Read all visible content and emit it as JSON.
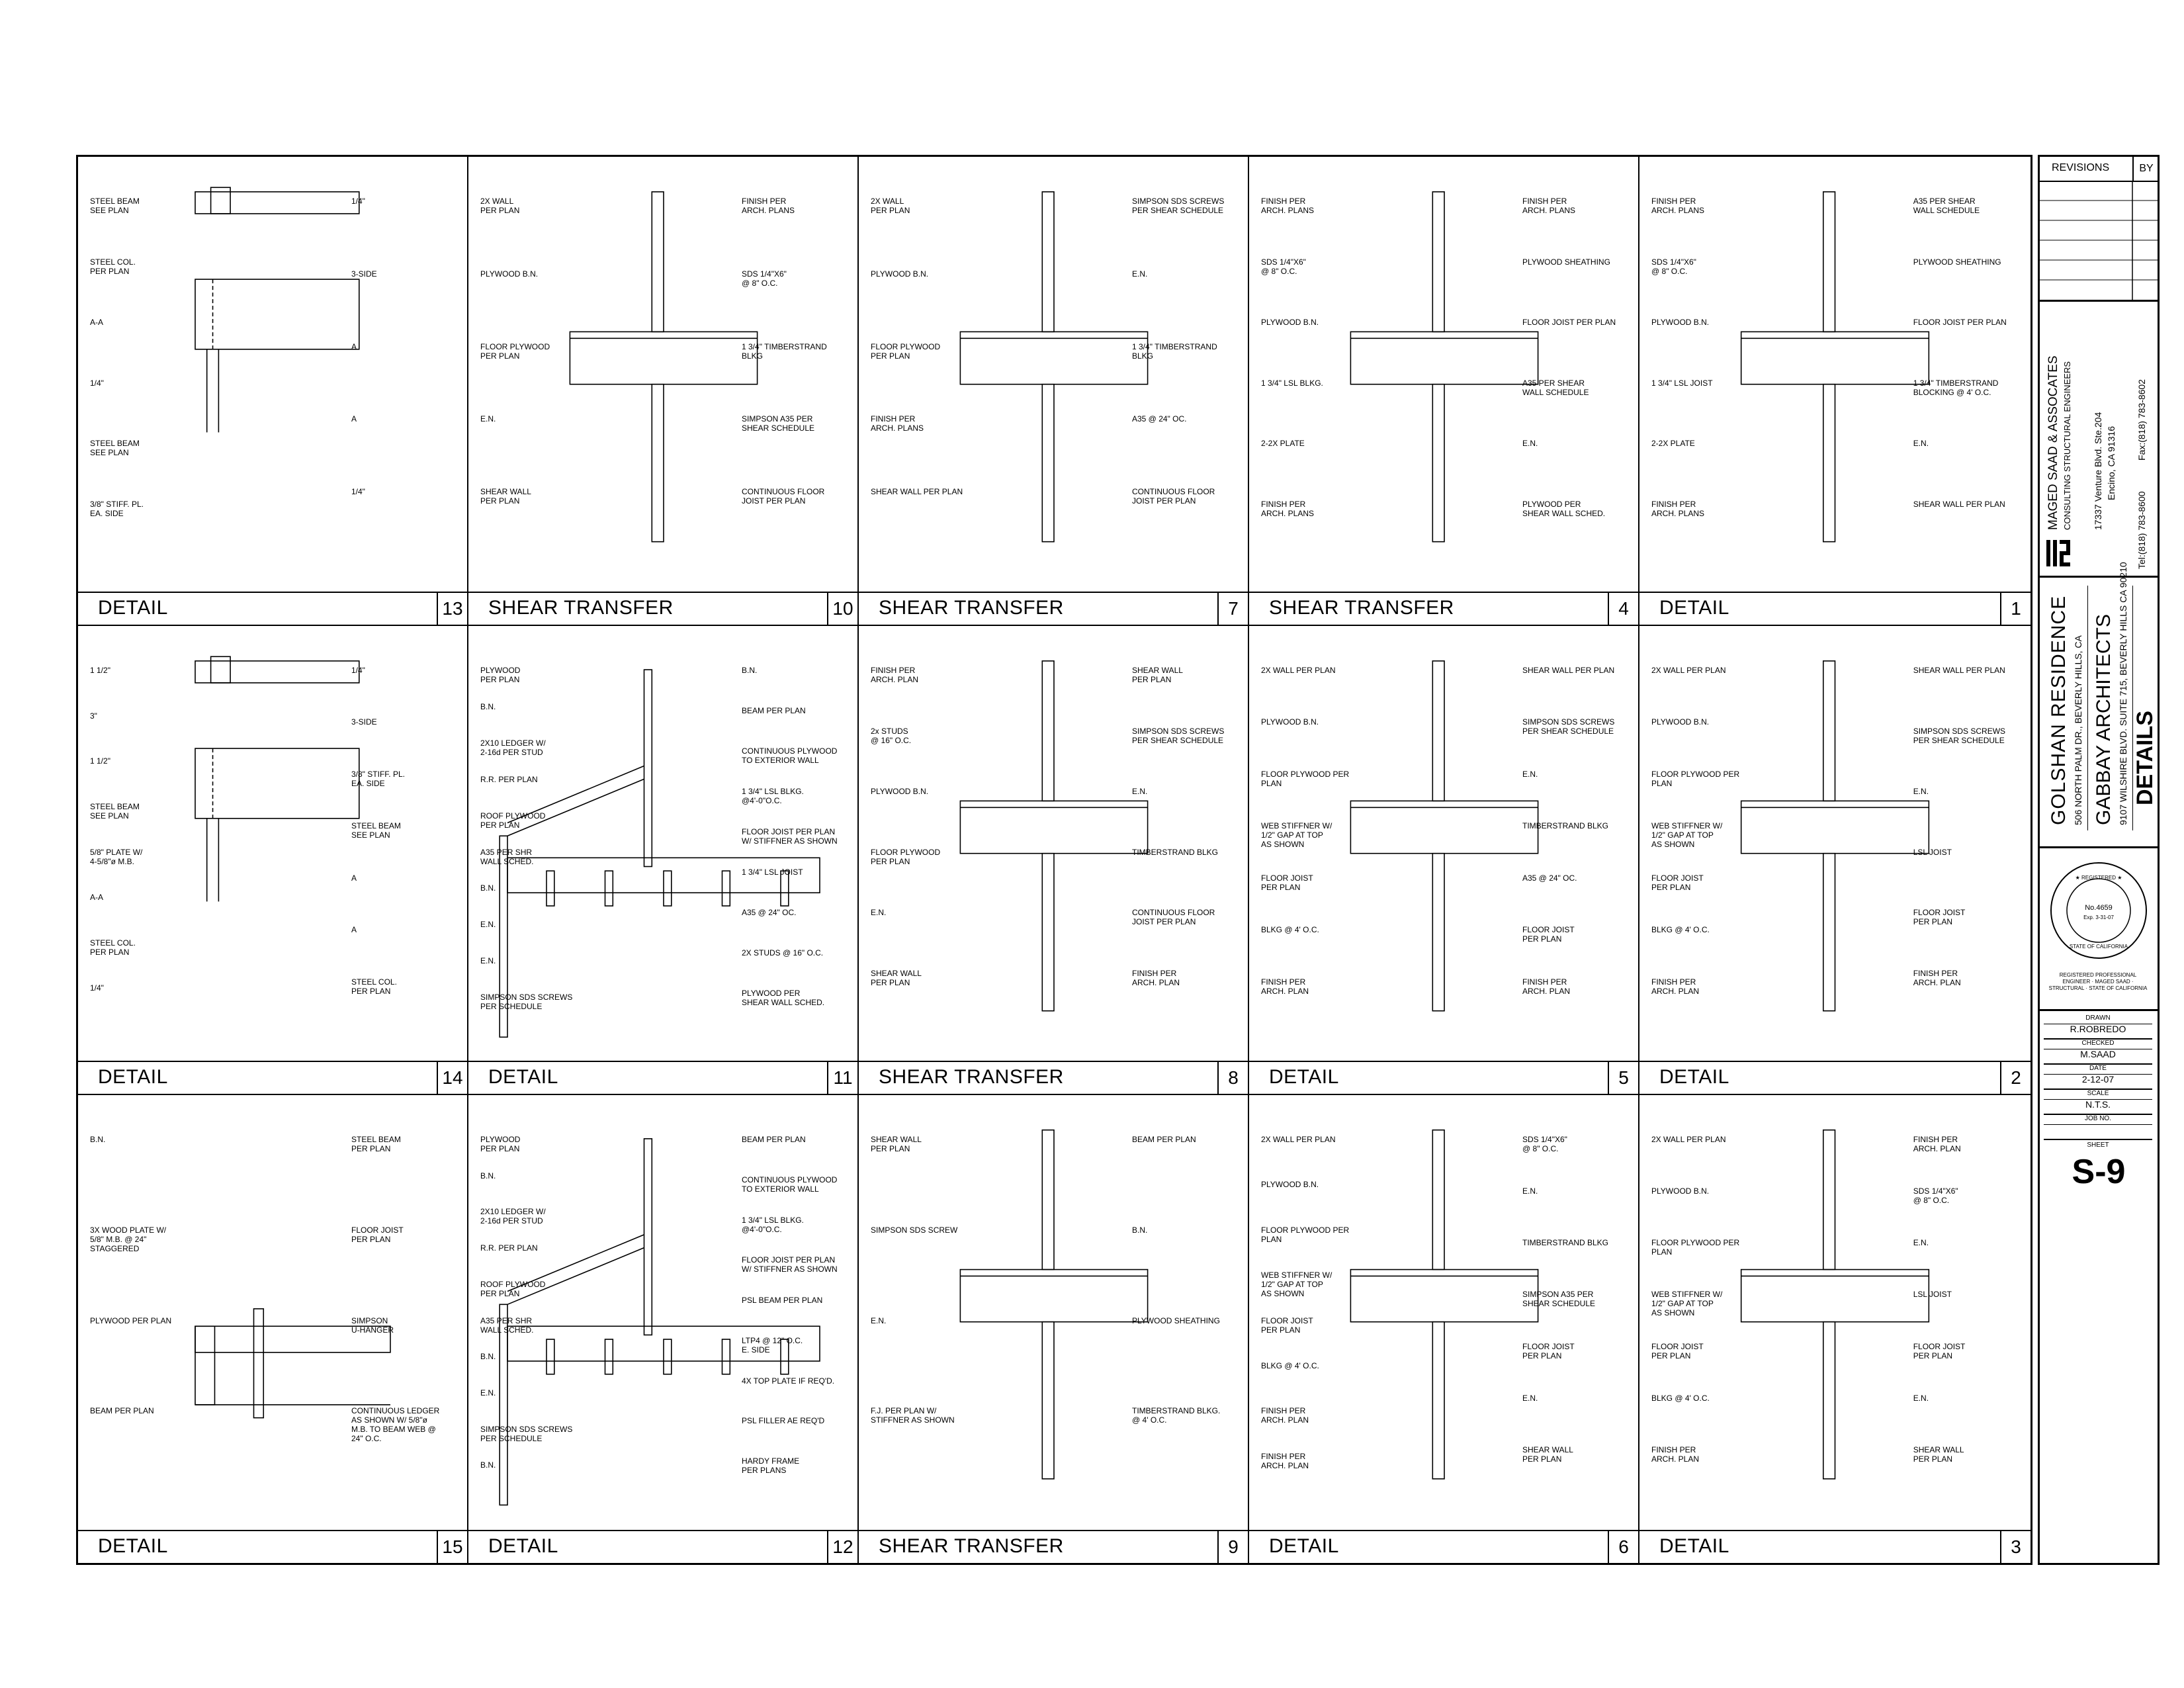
{
  "details": [
    {
      "id": "d13",
      "title": "DETAIL",
      "num": "13",
      "labels": [
        "STEEL BEAM\nSEE PLAN",
        "STEEL COL.\nPER PLAN",
        "A-A",
        "1/4\"",
        "STEEL BEAM\nSEE PLAN",
        "3/8\" STIFF. PL.\nEA. SIDE",
        "1/4\"",
        "3-SIDE",
        "A",
        "A",
        "1/4\""
      ]
    },
    {
      "id": "d10",
      "title": "SHEAR TRANSFER",
      "num": "10",
      "labels": [
        "2X WALL\nPER PLAN",
        "PLYWOOD B.N.",
        "FLOOR PLYWOOD\nPER PLAN",
        "E.N.",
        "SHEAR WALL\nPER PLAN",
        "FINISH PER\nARCH. PLANS",
        "SDS 1/4\"X6\"\n@ 8\" O.C.",
        "1 3/4\" TIMBERSTRAND\nBLKG",
        "SIMPSON A35 PER\nSHEAR SCHEDULE",
        "CONTINUOUS FLOOR\nJOIST PER PLAN"
      ]
    },
    {
      "id": "d7",
      "title": "SHEAR TRANSFER",
      "num": "7",
      "labels": [
        "2X WALL\nPER PLAN",
        "PLYWOOD B.N.",
        "FLOOR PLYWOOD\nPER PLAN",
        "FINISH PER\nARCH. PLANS",
        "SHEAR WALL PER PLAN",
        "SIMPSON SDS SCREWS\nPER SHEAR SCHEDULE",
        "E.N.",
        "1 3/4\" TIMBERSTRAND\nBLKG",
        "A35 @ 24\" OC.",
        "CONTINUOUS FLOOR\nJOIST PER PLAN"
      ]
    },
    {
      "id": "d4",
      "title": "SHEAR TRANSFER",
      "num": "4",
      "labels": [
        "FINISH PER\nARCH. PLANS",
        "SDS 1/4\"X6\"\n@ 8\" O.C.",
        "PLYWOOD B.N.",
        "1 3/4\" LSL BLKG.",
        "2-2X PLATE",
        "FINISH PER\nARCH. PLANS",
        "FINISH PER\nARCH. PLANS",
        "PLYWOOD SHEATHING",
        "FLOOR JOIST PER PLAN",
        "A35 PER SHEAR\nWALL SCHEDULE",
        "E.N.",
        "PLYWOOD PER\nSHEAR WALL SCHED."
      ]
    },
    {
      "id": "d1",
      "title": "DETAIL",
      "num": "1",
      "labels": [
        "FINISH PER\nARCH. PLANS",
        "SDS 1/4\"X6\"\n@ 8\" O.C.",
        "PLYWOOD B.N.",
        "1 3/4\" LSL JOIST",
        "2-2X PLATE",
        "FINISH PER\nARCH. PLANS",
        "A35 PER SHEAR\nWALL SCHEDULE",
        "PLYWOOD SHEATHING",
        "FLOOR JOIST PER PLAN",
        "1 3/4\" TIMBERSTRAND\nBLOCKING @ 4' O.C.",
        "E.N.",
        "SHEAR WALL PER PLAN"
      ]
    },
    {
      "id": "d14",
      "title": "DETAIL",
      "num": "14",
      "labels": [
        "1 1/2\"",
        "3\"",
        "1 1/2\"",
        "STEEL BEAM\nSEE PLAN",
        "5/8\" PLATE W/\n4-5/8\"ø M.B.",
        "A-A",
        "STEEL COL.\nPER PLAN",
        "1/4\"",
        "1/4\"",
        "3-SIDE",
        "3/8\" STIFF. PL.\nEA. SIDE",
        "STEEL BEAM\nSEE PLAN",
        "A",
        "A",
        "STEEL COL.\nPER PLAN"
      ]
    },
    {
      "id": "d11",
      "title": "DETAIL",
      "num": "11",
      "labels": [
        "PLYWOOD\nPER PLAN",
        "B.N.",
        "2X10 LEDGER W/\n2-16d PER STUD",
        "R.R. PER PLAN",
        "ROOF PLYWOOD\nPER PLAN",
        "A35 PER SHR\nWALL SCHED.",
        "B.N.",
        "E.N.",
        "E.N.",
        "SIMPSON SDS SCREWS\nPER SCHEDULE",
        "B.N.",
        "BEAM PER PLAN",
        "CONTINUOUS PLYWOOD\nTO EXTERIOR WALL",
        "1 3/4\" LSL BLKG.\n@4'-0\"O.C.",
        "FLOOR JOIST PER PLAN\nW/ STIFFNER AS SHOWN",
        "1 3/4\" LSL JOIST",
        "A35 @ 24\" OC.",
        "2X STUDS @ 16\" O.C.",
        "PLYWOOD PER\nSHEAR WALL SCHED."
      ]
    },
    {
      "id": "d8",
      "title": "SHEAR TRANSFER",
      "num": "8",
      "labels": [
        "FINISH PER\nARCH. PLAN",
        "2x STUDS\n@ 16\" O.C.",
        "PLYWOOD B.N.",
        "FLOOR PLYWOOD\nPER PLAN",
        "E.N.",
        "SHEAR WALL\nPER PLAN",
        "SHEAR WALL\nPER PLAN",
        "SIMPSON SDS SCREWS\nPER SHEAR SCHEDULE",
        "E.N.",
        "TIMBERSTRAND BLKG",
        "CONTINUOUS FLOOR\nJOIST PER PLAN",
        "FINISH PER\nARCH. PLAN"
      ]
    },
    {
      "id": "d5",
      "title": "DETAIL",
      "num": "5",
      "labels": [
        "2X WALL PER PLAN",
        "PLYWOOD B.N.",
        "FLOOR PLYWOOD PER\nPLAN",
        "WEB STIFFNER W/\n1/2\" GAP AT TOP\nAS SHOWN",
        "FLOOR JOIST\nPER PLAN",
        "BLKG @ 4' O.C.",
        "FINISH PER\nARCH. PLAN",
        "SHEAR WALL PER PLAN",
        "SIMPSON SDS SCREWS\nPER SHEAR SCHEDULE",
        "E.N.",
        "TIMBERSTRAND BLKG",
        "A35 @ 24\" OC.",
        "FLOOR JOIST\nPER PLAN",
        "FINISH PER\nARCH. PLAN"
      ]
    },
    {
      "id": "d2",
      "title": "DETAIL",
      "num": "2",
      "labels": [
        "2X WALL PER PLAN",
        "PLYWOOD B.N.",
        "FLOOR PLYWOOD PER\nPLAN",
        "WEB STIFFNER W/\n1/2\" GAP AT TOP\nAS SHOWN",
        "FLOOR JOIST\nPER PLAN",
        "BLKG @ 4' O.C.",
        "FINISH PER\nARCH. PLAN",
        "SHEAR WALL PER PLAN",
        "SIMPSON SDS SCREWS\nPER SHEAR SCHEDULE",
        "E.N.",
        "LSL JOIST",
        "FLOOR JOIST\nPER PLAN",
        "FINISH PER\nARCH. PLAN"
      ]
    },
    {
      "id": "d15",
      "title": "DETAIL",
      "num": "15",
      "labels": [
        "B.N.",
        "3X WOOD PLATE W/\n5/8\" M.B. @ 24\"\nSTAGGERED",
        "PLYWOOD PER PLAN",
        "BEAM PER PLAN",
        "STEEL BEAM\nPER PLAN",
        "FLOOR JOIST\nPER PLAN",
        "SIMPSON\nU-HANGER",
        "CONTINUOUS LEDGER\nAS SHOWN W/ 5/8\"ø\nM.B. TO BEAM WEB @\n24\" O.C."
      ]
    },
    {
      "id": "d12",
      "title": "DETAIL",
      "num": "12",
      "labels": [
        "PLYWOOD\nPER PLAN",
        "B.N.",
        "2X10 LEDGER W/\n2-16d PER STUD",
        "R.R. PER PLAN",
        "ROOF PLYWOOD\nPER PLAN",
        "A35 PER SHR\nWALL SCHED.",
        "B.N.",
        "E.N.",
        "SIMPSON SDS SCREWS\nPER SCHEDULE",
        "B.N.",
        "BEAM PER PLAN",
        "CONTINUOUS PLYWOOD\nTO EXTERIOR WALL",
        "1 3/4\" LSL BLKG.\n@4'-0\"O.C.",
        "FLOOR JOIST PER PLAN\nW/ STIFFNER AS SHOWN",
        "PSL BEAM PER PLAN",
        "LTP4 @ 12\" O.C.\nE. SIDE",
        "4X TOP PLATE IF REQ'D.",
        "PSL FILLER AE REQ'D",
        "HARDY FRAME\nPER PLANS"
      ]
    },
    {
      "id": "d9",
      "title": "SHEAR TRANSFER",
      "num": "9",
      "labels": [
        "SHEAR WALL\nPER PLAN",
        "SIMPSON SDS SCREW",
        "E.N.",
        "F.J. PER PLAN W/\nSTIFFNER AS SHOWN",
        "BEAM PER PLAN",
        "B.N.",
        "PLYWOOD SHEATHING",
        "TIMBERSTRAND BLKG.\n@ 4' O.C."
      ]
    },
    {
      "id": "d6",
      "title": "DETAIL",
      "num": "6",
      "labels": [
        "2X WALL PER PLAN",
        "PLYWOOD B.N.",
        "FLOOR PLYWOOD PER\nPLAN",
        "WEB STIFFNER W/\n1/2\" GAP AT TOP\nAS SHOWN",
        "FLOOR JOIST\nPER PLAN",
        "BLKG @ 4' O.C.",
        "FINISH PER\nARCH. PLAN",
        "FINISH PER\nARCH. PLAN",
        "SDS 1/4\"X6\"\n@ 8\" O.C.",
        "E.N.",
        "TIMBERSTRAND BLKG",
        "SIMPSON A35 PER\nSHEAR SCHEDULE",
        "FLOOR JOIST\nPER PLAN",
        "E.N.",
        "SHEAR WALL\nPER PLAN"
      ]
    },
    {
      "id": "d3",
      "title": "DETAIL",
      "num": "3",
      "labels": [
        "2X WALL PER PLAN",
        "PLYWOOD B.N.",
        "FLOOR PLYWOOD PER\nPLAN",
        "WEB STIFFNER W/\n1/2\" GAP AT TOP\nAS SHOWN",
        "FLOOR JOIST\nPER PLAN",
        "BLKG @ 4' O.C.",
        "FINISH PER\nARCH. PLAN",
        "FINISH PER\nARCH. PLAN",
        "SDS 1/4\"X6\"\n@ 8\" O.C.",
        "E.N.",
        "LSL JOIST",
        "FLOOR JOIST\nPER PLAN",
        "E.N.",
        "SHEAR WALL\nPER PLAN"
      ]
    }
  ],
  "title_block": {
    "revisions": "REVISIONS",
    "by": "BY",
    "firm_name": "MAGED SAAD & ASSOCATES",
    "firm_sub": "CONSULTING STRUCTURAL ENGINEERS",
    "firm_addr1": "17337 Venture Blvd. Ste.204",
    "firm_addr2": "Encino, CA 91316",
    "firm_tel": "Tel:(818) 783-8600",
    "firm_fax": "Fax:(818) 783-8602",
    "project": "GOLSHAN RESIDENCE",
    "project_addr": "506 NORTH PALM DR., BEVERLY HILLS, CA",
    "architect": "GABBAY ARCHITECTS",
    "architect_addr": "9107 WILSHIRE BLVD. SUITE 715, BEVERLY HILLS CA 90210",
    "sheet_title": "DETAILS",
    "stamp_text": "REGISTERED PROFESSIONAL ENGINEER · MAGED SAAD · STRUCTURAL · STATE OF CALIFORNIA",
    "stamp_no": "No.4659",
    "stamp_exp": "Exp. 3-31-07",
    "drawn_label": "DRAWN",
    "drawn": "R.ROBREDO",
    "checked_label": "CHECKED",
    "checked": "M.SAAD",
    "date_label": "DATE",
    "date": "2-12-07",
    "scale_label": "SCALE",
    "scale": "N.T.S.",
    "job_label": "JOB NO.",
    "job": "",
    "sheet_label": "SHEET",
    "sheet": "S-9"
  }
}
